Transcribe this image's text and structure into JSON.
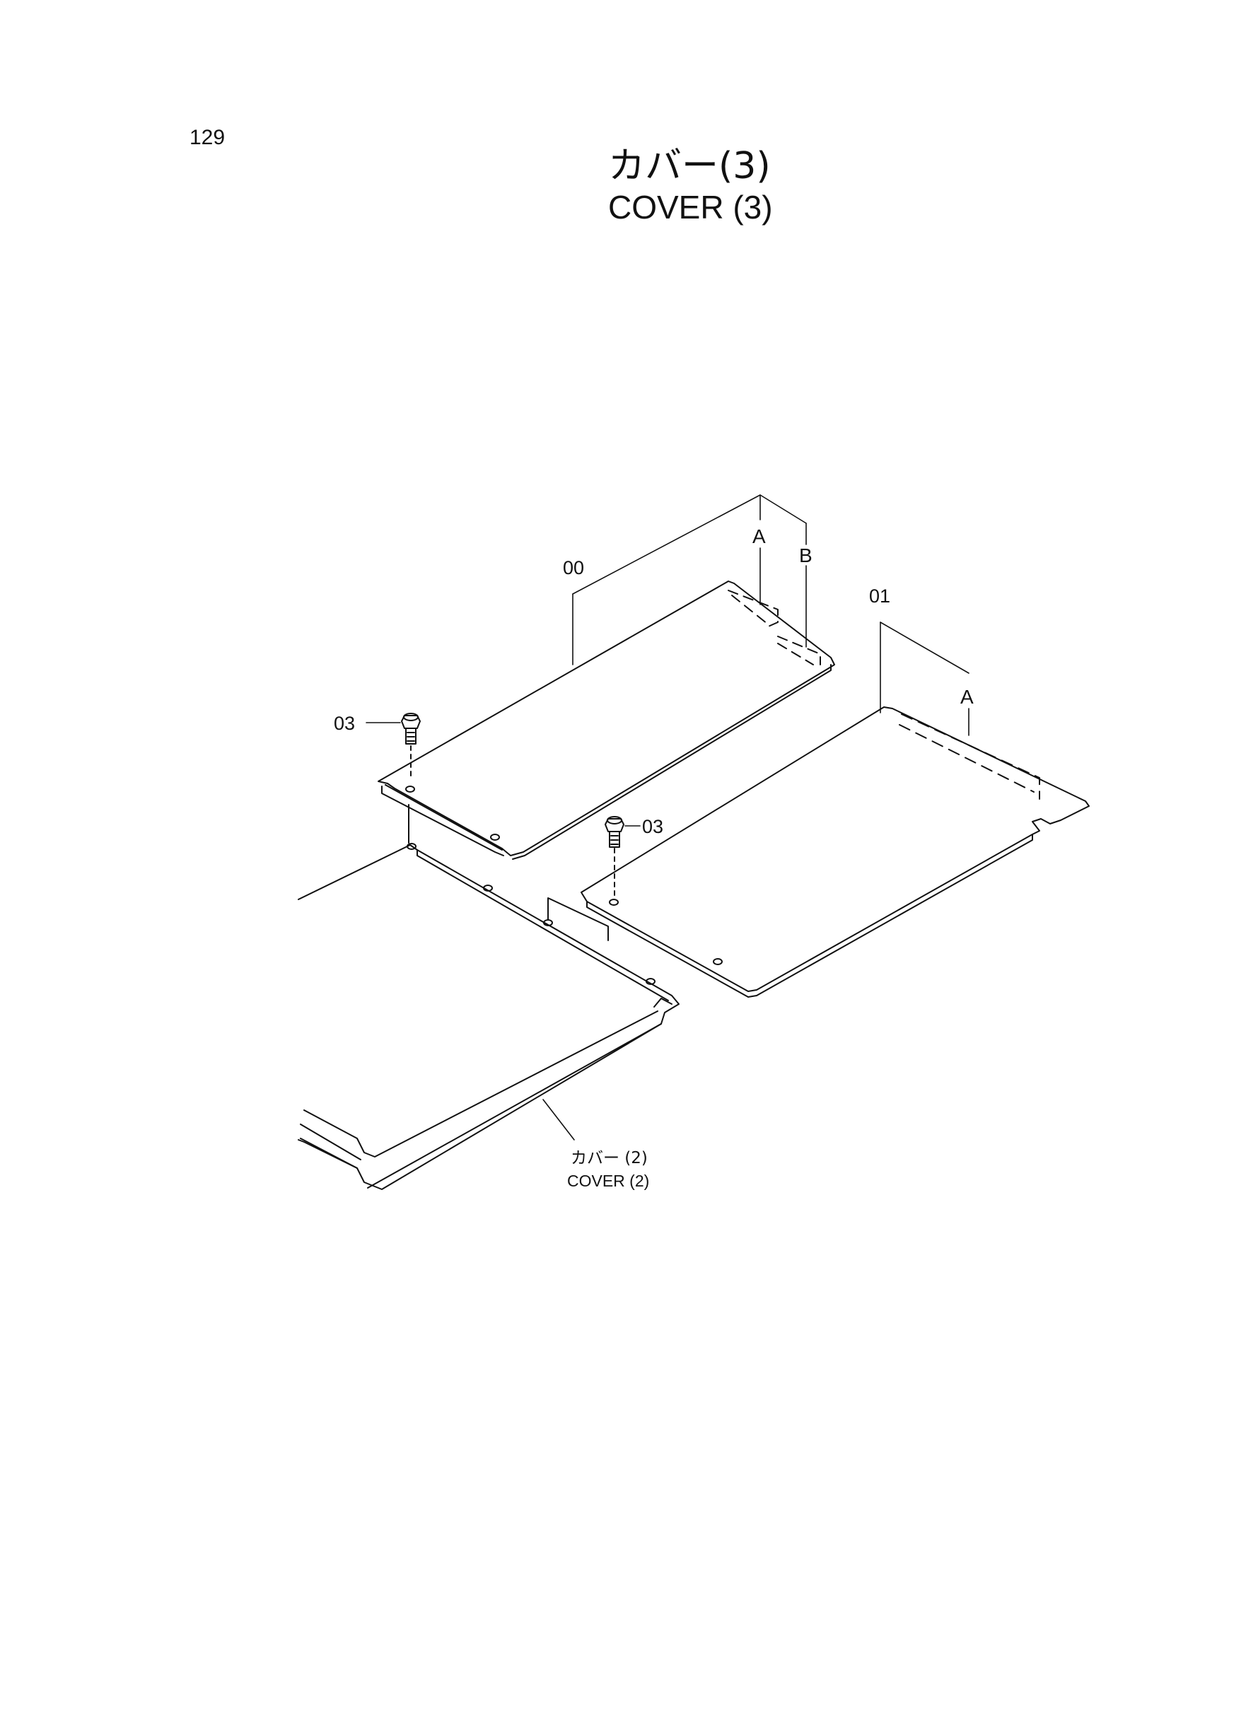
{
  "page_number": "129",
  "title": {
    "japanese": "カバー(3)",
    "english": "COVER (3)"
  },
  "callouts": {
    "part_00": "00",
    "part_01": "01",
    "part_03_left": "03",
    "part_03_right": "03",
    "detail_a_00": "A",
    "detail_b_00": "B",
    "detail_a_01": "A"
  },
  "reference": {
    "japanese": "カバー (2)",
    "english": "COVER (2)"
  },
  "colors": {
    "line": "#111111",
    "background": "#ffffff"
  }
}
